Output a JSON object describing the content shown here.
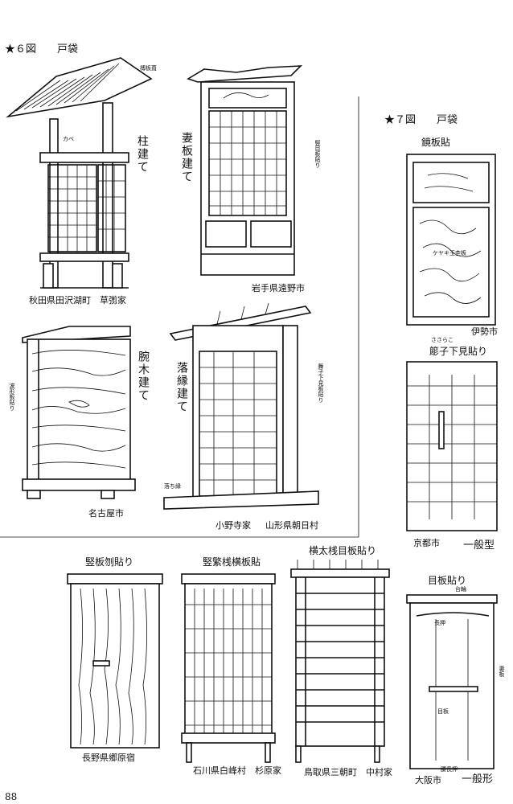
{
  "page_number": "88",
  "fig6": {
    "heading": "★６図　　戸袋",
    "items": {
      "hashira": {
        "style": "柱建て",
        "place": "秋田県田沢湖町　草彅家",
        "note_roof": "榑板葺",
        "note_wall": "カベ"
      },
      "tsumaita": {
        "style": "妻板建て",
        "place": "岩手県遠野市",
        "note": "竪目板貼り"
      },
      "wanki": {
        "style": "腕木建て",
        "place": "名古屋市",
        "note": "波形板貼り"
      },
      "ochien": {
        "style": "落縁建て",
        "place_1": "小野寺家",
        "place_2": "山形県朝日村",
        "note_beam": "落ち縁",
        "note": "舞子下見板貼り"
      }
    }
  },
  "fig7": {
    "heading": "★７図　　戸袋",
    "items": {
      "kagami": {
        "title": "鏡板貼",
        "place": "伊勢市",
        "note": "ケヤキ玉杢板"
      },
      "maiko": {
        "title": "簓子下見貼り",
        "ruby": "ささらこ",
        "place": "京都市",
        "type": "一般型"
      },
      "meita": {
        "title": "目板貼り",
        "place": "大阪市",
        "type": "一般形",
        "note_top": "台輪",
        "note_upper": "長押",
        "note_center": "目板",
        "note_bottom": "腰長押",
        "note_side": "妻板"
      }
    }
  },
  "bottom": {
    "tate_sugi": {
      "title": "竪板刎貼り",
      "place": "長野県郷原宿"
    },
    "tate_shige": {
      "title": "竪繁桟横板貼",
      "place": "石川県白峰村　杉原家"
    },
    "yoko_futo": {
      "title": "横太桟目板貼り",
      "place": "鳥取県三朝町　中村家"
    }
  }
}
